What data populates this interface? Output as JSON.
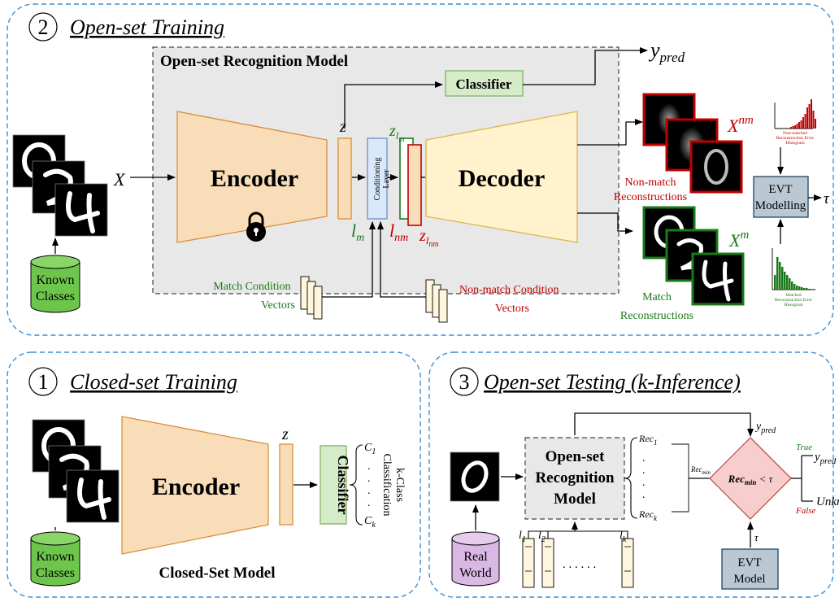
{
  "panel2": {
    "number": "2",
    "title": "Open-set Training",
    "model_title": "Open-set Recognition Model",
    "classifier": "Classifier",
    "encoder": "Encoder",
    "decoder": "Decoder",
    "conditioning_line1": "Conditioning",
    "conditioning_line2": "Layer",
    "x_label": "X",
    "z_label": "z",
    "zlm_base": "z",
    "zlm_sub": "l",
    "zlm_subsub": "m",
    "znm_base": "z",
    "znm_sub": "l",
    "znm_subsub": "nm",
    "lm_base": "l",
    "lm_sub": "m",
    "lnm_base": "l",
    "lnm_sub": "nm",
    "ypred_base": "y",
    "ypred_sub": "pred",
    "xnm_base": "X",
    "xnm_sup": "nm",
    "xm_base": "X",
    "xm_sup": "m",
    "known_line1": "Known",
    "known_line2": "Classes",
    "match_cond_line1": "Match Condition",
    "match_cond_line2": "Vectors",
    "nonmatch_cond_line1": "Non-match Condition",
    "nonmatch_cond_line2": "Vectors",
    "nonmatch_recon_line1": "Non-match",
    "nonmatch_recon_line2": "Reconstructions",
    "match_recon_line1": "Match",
    "match_recon_line2": "Reconstructions",
    "hist_nm_line1": "Non-matched",
    "hist_nm_line2": "Reconstruction Error",
    "hist_nm_line3": "Histogram",
    "hist_m_line1": "Matched",
    "hist_m_line2": "Reconstruction Error",
    "hist_m_line3": "Histogram",
    "evt_line1": "EVT",
    "evt_line2": "Modelling",
    "tau": "τ"
  },
  "panel1": {
    "number": "1",
    "title": "Closed-set Training",
    "encoder": "Encoder",
    "classifier": "Classifier",
    "z_label": "z",
    "known_line1": "Known",
    "known_line2": "Classes",
    "model_label": "Closed-Set Model",
    "c1_base": "C",
    "c1_sub": "1",
    "ck_base": "C",
    "ck_sub": "k",
    "kclass_line1": "k-Class",
    "kclass_line2": "Classification"
  },
  "panel3": {
    "number": "3",
    "title": "Open-set Testing (k-Inference)",
    "model_line1": "Open-set",
    "model_line2": "Recognition",
    "model_line3": "Model",
    "real_line1": "Real",
    "real_line2": "World",
    "rec1_base": "Rec",
    "rec1_sub": "1",
    "reck_base": "Rec",
    "reck_sub": "k",
    "recmin_base": "Rec",
    "recmin_sub": "min",
    "decision_base": "Rec",
    "decision_sub": "min",
    "decision_rest": " < τ",
    "ypred_base": "y",
    "ypred_sub": "pred",
    "ypred_out_base": "y",
    "ypred_out_sub": "pred",
    "true_label": "True",
    "false_label": "False",
    "unknown_label": "Unknown",
    "evt_line1": "EVT",
    "evt_line2": "Model",
    "tau": "τ",
    "l1_base": "l",
    "l1_sub": "1",
    "l2_base": "l",
    "l2_sub": "2",
    "lk_base": "l",
    "lk_sub": "k",
    "ellipsis": ". . . . . ."
  },
  "colors": {
    "encoder_fill": "#f8ddb8",
    "encoder_stroke": "#d88e3c",
    "decoder_fill": "#fff2cc",
    "decoder_stroke": "#e0b44a",
    "classifier_fill": "#d6ecc9",
    "classifier_stroke": "#82b366",
    "cylinder_green": "#6dc64b",
    "cylinder_purple": "#d9b8e3",
    "conditioning_fill": "#dae8fc",
    "conditioning_stroke": "#6c8ebf",
    "evt_fill": "#bac8d3",
    "evt_stroke": "#23445d",
    "decision_fill": "#f8cecc",
    "decision_stroke": "#b85450",
    "green_text": "#1a7a1a",
    "red_text": "#c00000",
    "panel_border": "#3b8ed4",
    "model_bg": "#e8e8e8"
  }
}
